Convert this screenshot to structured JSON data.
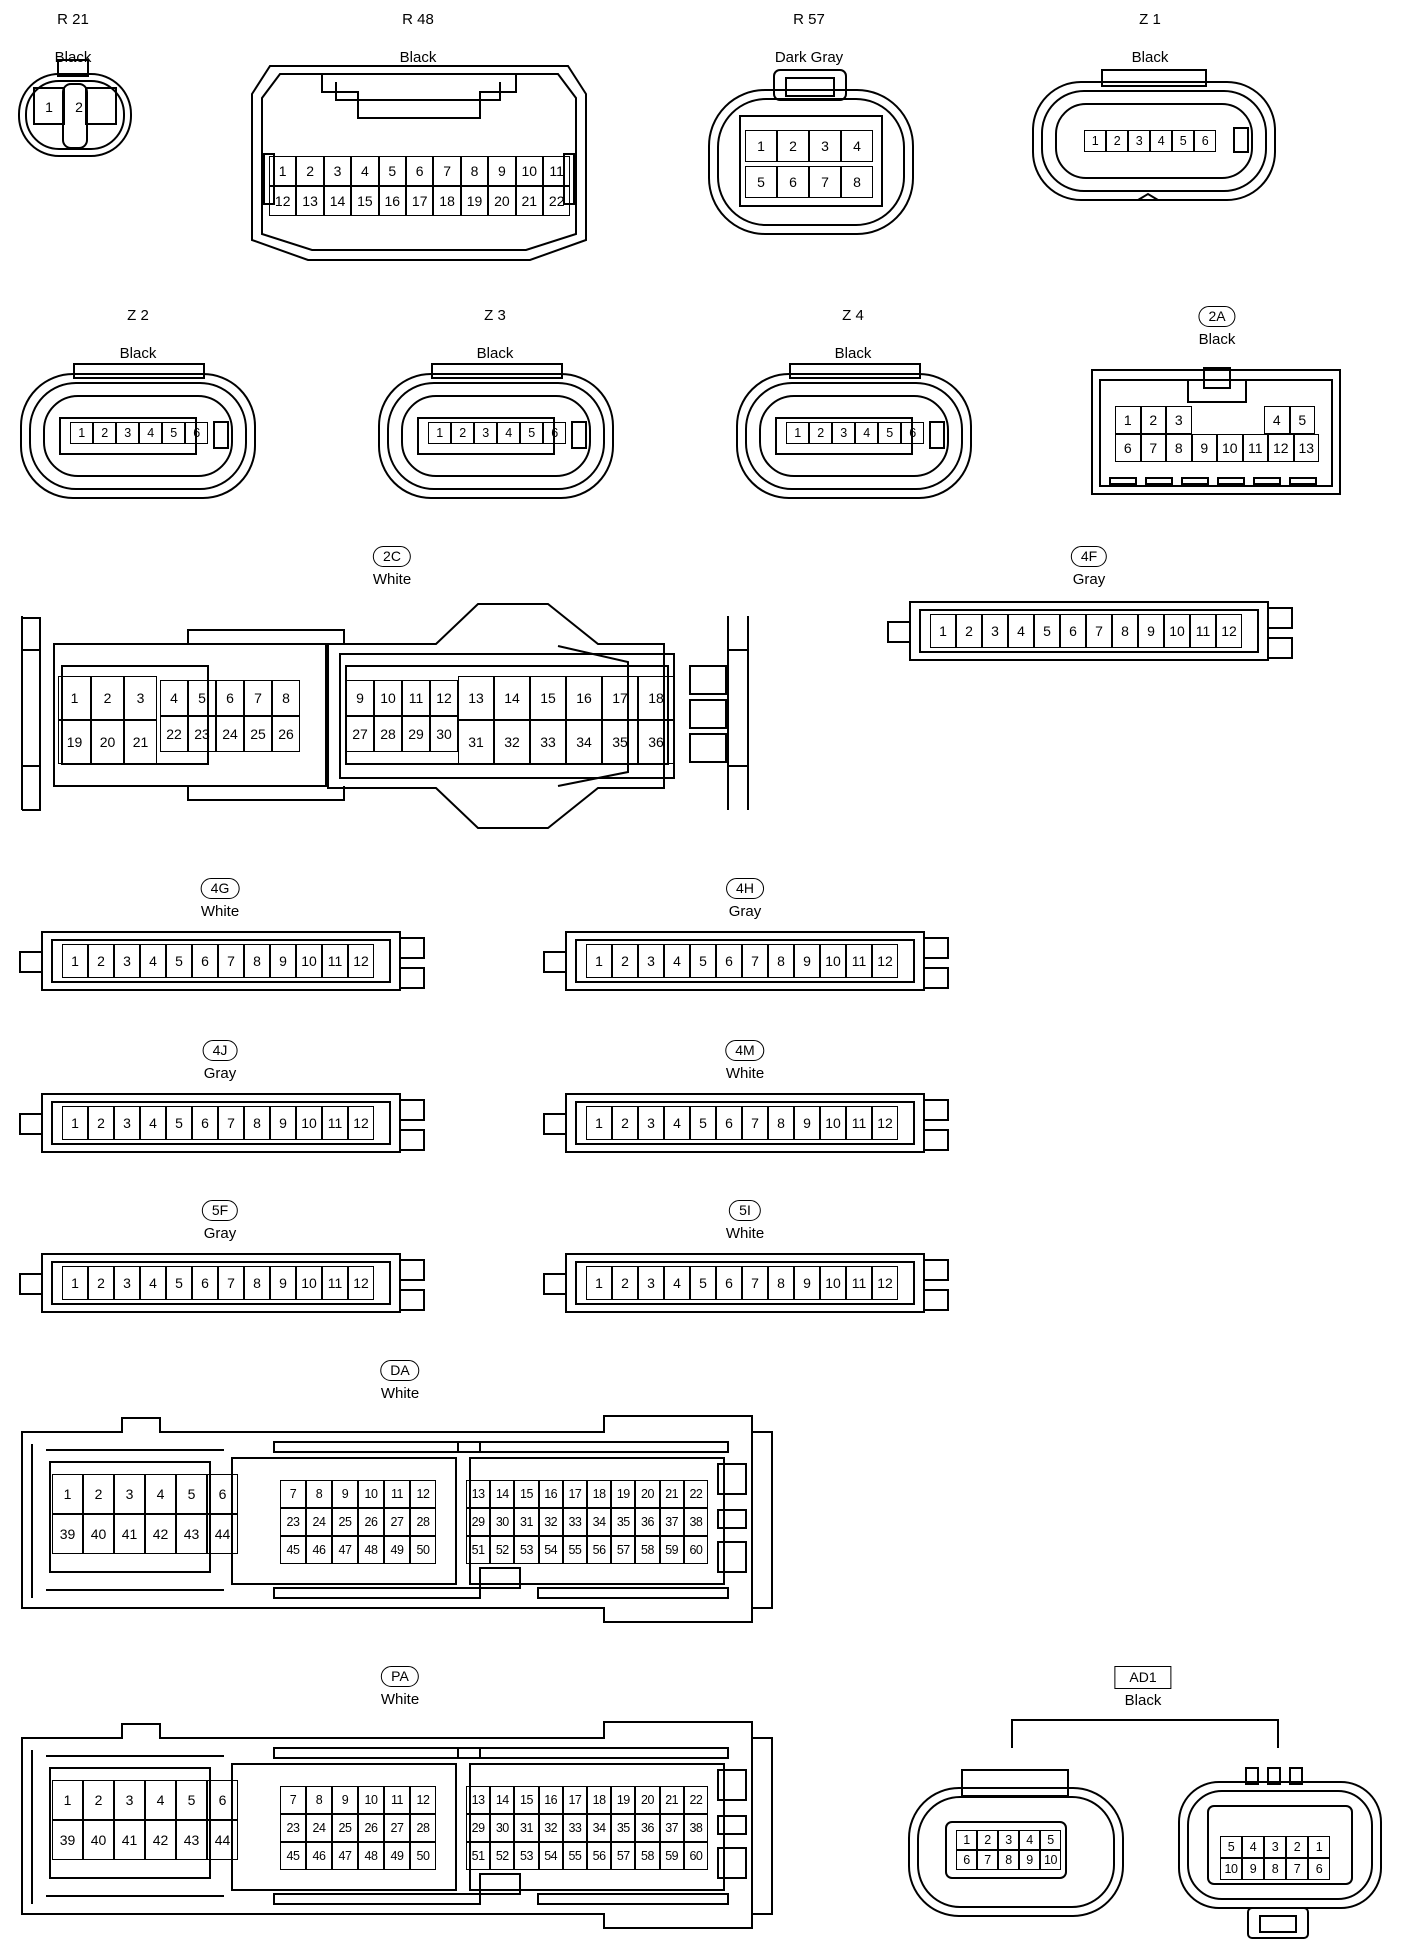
{
  "connectors": [
    {
      "key": "r21",
      "id": "R 21",
      "color": "Black",
      "style": "plain"
    },
    {
      "key": "r48",
      "id": "R 48",
      "color": "Black",
      "style": "plain"
    },
    {
      "key": "r57",
      "id": "R 57",
      "color": "Dark Gray",
      "style": "plain"
    },
    {
      "key": "z1",
      "id": "Z 1",
      "color": "Black",
      "style": "plain"
    },
    {
      "key": "z2",
      "id": "Z 2",
      "color": "Black",
      "style": "plain"
    },
    {
      "key": "z3",
      "id": "Z 3",
      "color": "Black",
      "style": "plain"
    },
    {
      "key": "z4",
      "id": "Z 4",
      "color": "Black",
      "style": "plain"
    },
    {
      "key": "c2a",
      "id": "2A",
      "color": "Black",
      "style": "pill"
    },
    {
      "key": "c2c",
      "id": "2C",
      "color": "White",
      "style": "pill"
    },
    {
      "key": "c4f",
      "id": "4F",
      "color": "Gray",
      "style": "pill"
    },
    {
      "key": "c4g",
      "id": "4G",
      "color": "White",
      "style": "pill"
    },
    {
      "key": "c4h",
      "id": "4H",
      "color": "Gray",
      "style": "pill"
    },
    {
      "key": "c4j",
      "id": "4J",
      "color": "Gray",
      "style": "pill"
    },
    {
      "key": "c4m",
      "id": "4M",
      "color": "White",
      "style": "pill"
    },
    {
      "key": "c5f",
      "id": "5F",
      "color": "Gray",
      "style": "pill"
    },
    {
      "key": "c5i",
      "id": "5I",
      "color": "White",
      "style": "pill"
    },
    {
      "key": "da",
      "id": "DA",
      "color": "White",
      "style": "pill"
    },
    {
      "key": "pa",
      "id": "PA",
      "color": "White",
      "style": "pill"
    },
    {
      "key": "ad1",
      "id": "AD1",
      "color": "Black",
      "style": "box"
    }
  ],
  "pins": {
    "r21": [
      [
        "1",
        "2"
      ]
    ],
    "r48": [
      [
        "1",
        "2",
        "3",
        "4",
        "5",
        "6",
        "7",
        "8",
        "9",
        "10",
        "11"
      ],
      [
        "12",
        "13",
        "14",
        "15",
        "16",
        "17",
        "18",
        "19",
        "20",
        "21",
        "22"
      ]
    ],
    "r57": [
      [
        "1",
        "2",
        "3",
        "4"
      ],
      [
        "5",
        "6",
        "7",
        "8"
      ]
    ],
    "z1": [
      [
        "1",
        "2",
        "3",
        "4",
        "5",
        "6"
      ]
    ],
    "z2": [
      [
        "1",
        "2",
        "3",
        "4",
        "5",
        "6"
      ]
    ],
    "z3": [
      [
        "1",
        "2",
        "3",
        "4",
        "5",
        "6"
      ]
    ],
    "z4": [
      [
        "1",
        "2",
        "3",
        "4",
        "5",
        "6"
      ]
    ],
    "c2a": [
      [
        "1",
        "2",
        "3",
        "",
        "",
        "",
        "",
        "4",
        "5"
      ],
      [
        "6",
        "7",
        "8",
        "9",
        "10",
        "11",
        "12",
        "13"
      ]
    ],
    "c2c": [
      [
        "1",
        "2",
        "3",
        "4",
        "5",
        "6",
        "7",
        "8"
      ],
      [
        "19",
        "20",
        "21",
        "22",
        "23",
        "24",
        "25",
        "26"
      ],
      [
        "9",
        "10",
        "11",
        "12",
        "13",
        "14",
        "15",
        "16",
        "17",
        "18"
      ],
      [
        "27",
        "28",
        "29",
        "30",
        "31",
        "32",
        "33",
        "34",
        "35",
        "36"
      ]
    ],
    "strip12": [
      [
        "1",
        "2",
        "3",
        "4",
        "5",
        "6",
        "7",
        "8",
        "9",
        "10",
        "11",
        "12"
      ]
    ],
    "ecu": [
      [
        "1",
        "2",
        "3",
        "4",
        "5",
        "6"
      ],
      [
        "39",
        "40",
        "41",
        "42",
        "43",
        "44"
      ],
      [
        "7",
        "8",
        "9",
        "10",
        "11",
        "12"
      ],
      [
        "23",
        "24",
        "25",
        "26",
        "27",
        "28"
      ],
      [
        "45",
        "46",
        "47",
        "48",
        "49",
        "50"
      ],
      [
        "13",
        "14",
        "15",
        "16",
        "17",
        "18",
        "19",
        "20",
        "21",
        "22"
      ],
      [
        "29",
        "30",
        "31",
        "32",
        "33",
        "34",
        "35",
        "36",
        "37",
        "38"
      ],
      [
        "51",
        "52",
        "53",
        "54",
        "55",
        "56",
        "57",
        "58",
        "59",
        "60"
      ]
    ],
    "ad1": [
      [
        "1",
        "2",
        "3",
        "4",
        "5"
      ],
      [
        "6",
        "7",
        "8",
        "9",
        "10"
      ],
      [
        "5",
        "4",
        "3",
        "2",
        "1"
      ],
      [
        "10",
        "9",
        "8",
        "7",
        "6"
      ]
    ]
  }
}
